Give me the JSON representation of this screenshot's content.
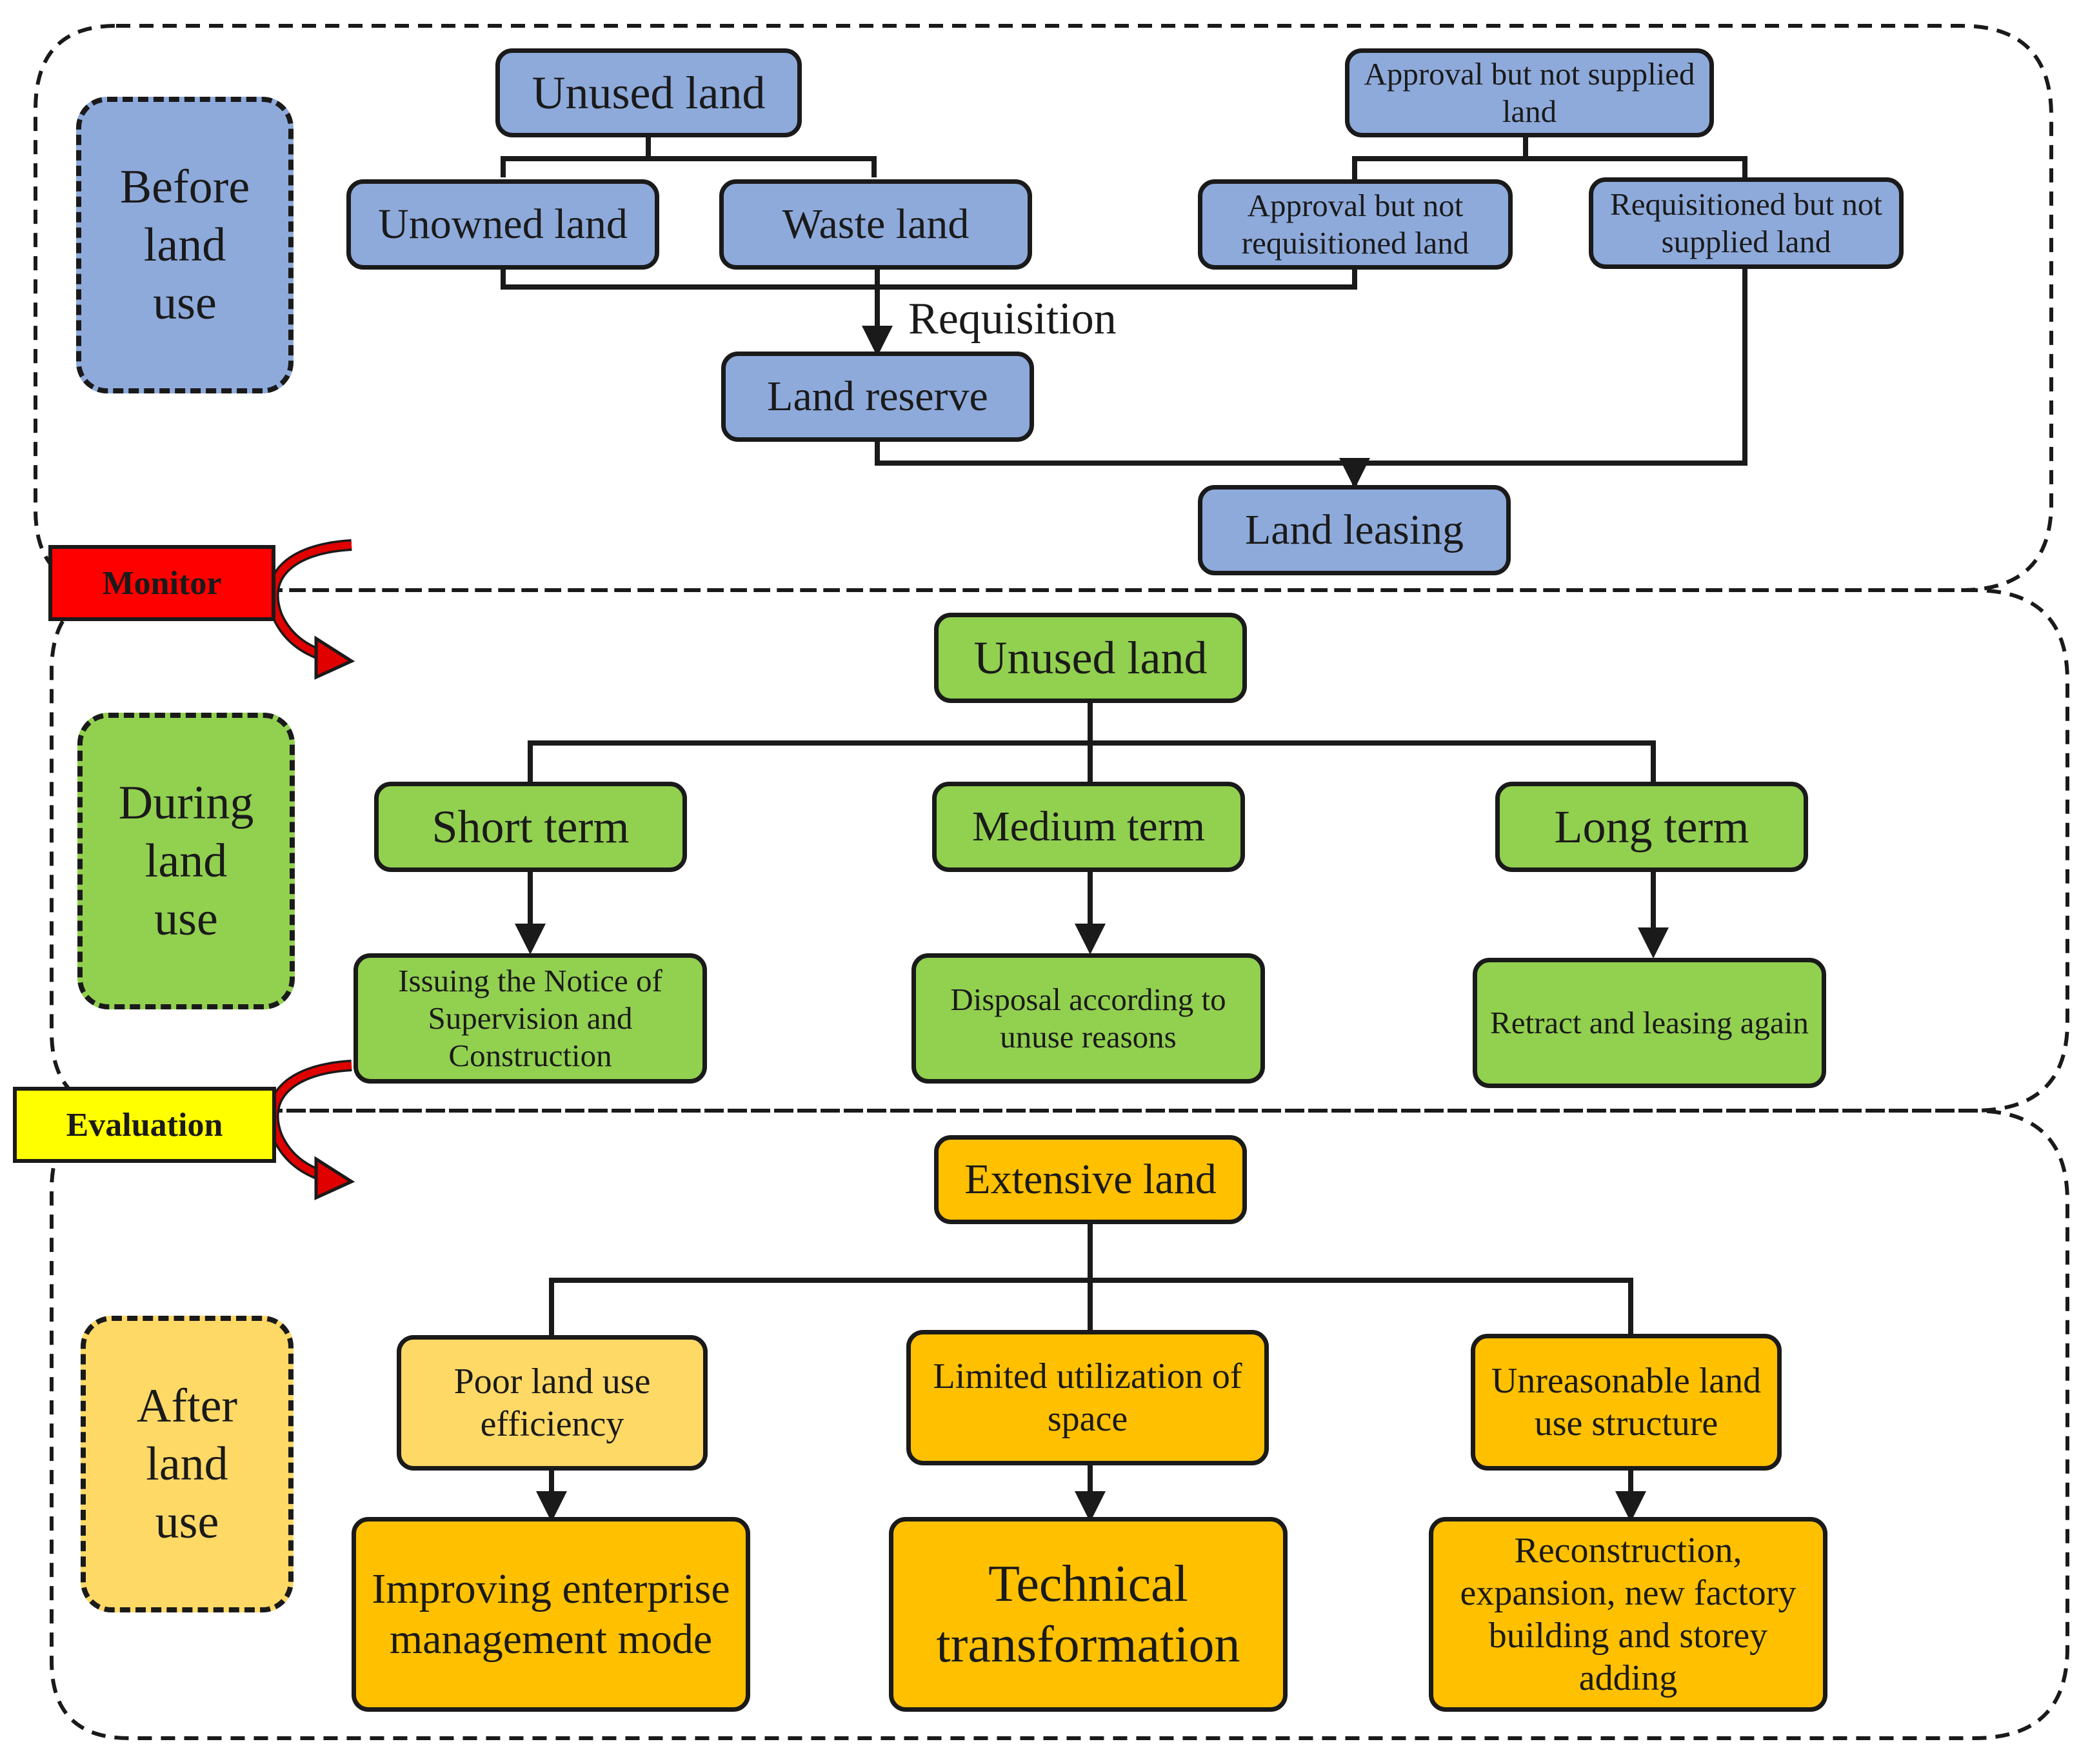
{
  "stages": {
    "before": "Before\nland\nuse",
    "during": "During\nland\nuse",
    "after": "After\nland\nuse"
  },
  "tags": {
    "monitor": "Monitor",
    "evaluation": "Evaluation"
  },
  "before": {
    "unused_land": "Unused land",
    "approval_not_supplied": "Approval but not supplied land",
    "unowned_land": "Unowned land",
    "waste_land": "Waste land",
    "approval_not_requisitioned": "Approval but not requisitioned  land",
    "requisitioned_not_supplied": "Requisitioned but not supplied land",
    "requisition_label": "Requisition",
    "land_reserve": "Land reserve",
    "land_leasing": "Land leasing"
  },
  "during": {
    "unused_land": "Unused land",
    "short_term": "Short term",
    "medium_term": "Medium term",
    "long_term": "Long term",
    "issuing_notice": "Issuing the Notice of Supervision and Construction",
    "disposal": "Disposal according to unuse reasons",
    "retract": "Retract and leasing again"
  },
  "after": {
    "extensive_land": "Extensive land",
    "poor_efficiency": "Poor land use efficiency",
    "limited_space": "Limited utilization of space",
    "unreasonable_structure": "Unreasonable land use structure",
    "improving_mode": "Improving enterprise management mode",
    "technical_transformation": "Technical transformation",
    "reconstruction": "Reconstruction, expansion, new factory building and storey adding"
  },
  "colors": {
    "blue": "#8eaadb",
    "green": "#92d050",
    "orange": "#ffc000",
    "light_orange": "#ffd966",
    "monitor_red": "#ff0000",
    "evaluation_yellow": "#ffff00",
    "arrow_red": "#e00000"
  }
}
